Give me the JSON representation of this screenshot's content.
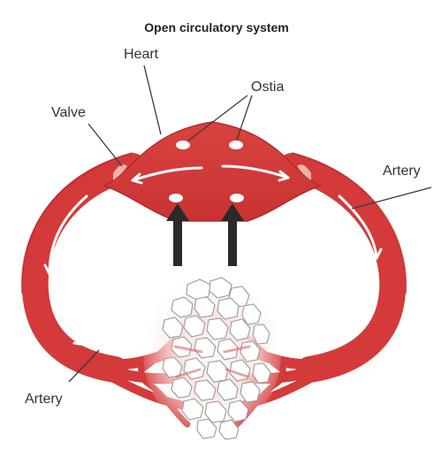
{
  "title": "Open circulatory system",
  "labels": {
    "heart": "Heart",
    "ostia": "Ostia",
    "valve": "Valve",
    "artery_right": "Artery",
    "artery_left": "Artery"
  },
  "colors": {
    "vessel": "#d43a3a",
    "vessel_dark": "#b52a2a",
    "vessel_light": "#ec7d74",
    "flow_arrow": "#ffffff",
    "ostia_arrow": "#2a2a2a",
    "tissue": "#ffffff",
    "tissue_outline": "#9a9a9a"
  }
}
